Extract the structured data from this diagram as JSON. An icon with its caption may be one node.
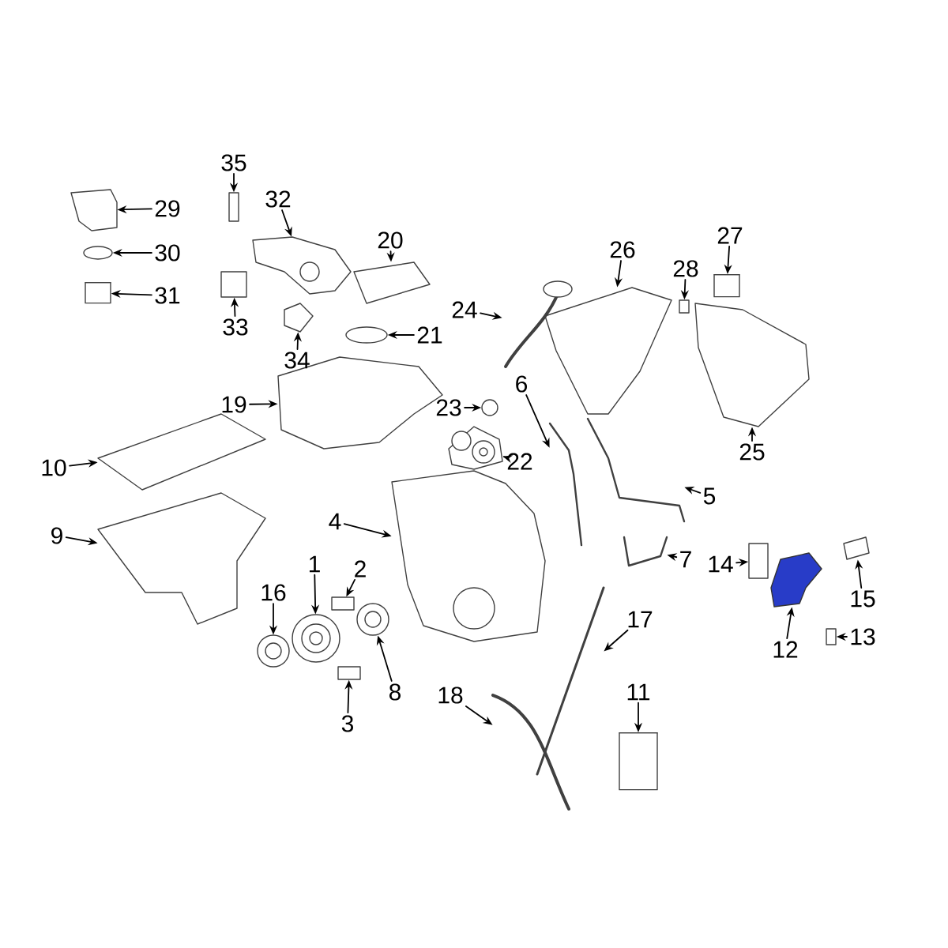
{
  "diagram": {
    "nodes": [
      {
        "text": [
          "35"
        ]
      },
      {
        "text": [
          "32"
        ]
      },
      {
        "text": [
          "29"
        ]
      },
      {
        "text": [
          "20"
        ]
      },
      {
        "text": [
          "27"
        ]
      },
      {
        "text": [
          "26"
        ]
      },
      {
        "text": [
          "30"
        ]
      },
      {
        "text": [
          "28"
        ]
      },
      {
        "text": [
          "31"
        ]
      },
      {
        "text": [
          "24"
        ]
      },
      {
        "text": [
          "33"
        ]
      },
      {
        "text": [
          "21"
        ]
      },
      {
        "text": [
          "34"
        ]
      },
      {
        "text": [
          "6"
        ]
      },
      {
        "text": [
          "23"
        ]
      },
      {
        "text": [
          "19"
        ]
      },
      {
        "text": [
          "25"
        ]
      },
      {
        "text": [
          "10"
        ]
      },
      {
        "text": [
          "4"
        ]
      },
      {
        "text": [
          "5"
        ]
      },
      {
        "text": [
          "22"
        ]
      },
      {
        "text": [
          "9"
        ]
      },
      {
        "text": [
          "7"
        ]
      },
      {
        "text": [
          "14"
        ]
      },
      {
        "text": [
          "1"
        ]
      },
      {
        "text": [
          "2"
        ]
      },
      {
        "text": [
          "16"
        ]
      },
      {
        "text": [
          "15"
        ]
      },
      {
        "text": [
          "17"
        ]
      },
      {
        "text": [
          "13"
        ]
      },
      {
        "text": [
          "12"
        ]
      },
      {
        "text": [
          "8"
        ]
      },
      {
        "text": [
          "18"
        ]
      },
      {
        "text": [
          "11"
        ]
      },
      {
        "text": [
          "3"
        ]
      },
      {
        "text": [],
        "shape": "box"
      },
      {
        "text": [],
        "shape": "picture"
      },
      {
        "text": [],
        "shape": "picture"
      },
      {
        "text": [],
        "shape": "picture"
      },
      {
        "text": [],
        "shape": "cylinder"
      },
      {
        "text": [],
        "shape": "picture"
      },
      {
        "text": [],
        "shape": "circle"
      },
      {
        "text": [],
        "shape": "box"
      },
      {
        "text": [],
        "shape": "cylinder"
      },
      {
        "text": [],
        "shape": "picture"
      },
      {
        "text": [],
        "shape": "box"
      },
      {
        "text": [],
        "shape": "circle"
      },
      {
        "text": [],
        "shape": "picture"
      },
      {
        "text": [],
        "shape": "picture"
      },
      {
        "text": [],
        "shape": "circle"
      },
      {
        "text": [],
        "shape": "picture"
      },
      {
        "text": [],
        "shape": "picture"
      },
      {
        "text": [],
        "shape": "picture"
      },
      {
        "text": [],
        "shape": "picture"
      },
      {
        "text": [],
        "shape": "picture"
      },
      {
        "text": [],
        "shape": "picture"
      },
      {
        "text": [],
        "shape": "picture"
      },
      {
        "text": [],
        "shape": "picture"
      },
      {
        "text": [],
        "shape": "box"
      },
      {
        "text": [],
        "shape": "picture"
      },
      {
        "text": [],
        "shape": "box"
      },
      {
        "text": [],
        "shape": "picture"
      },
      {
        "text": [],
        "shape": "picture"
      },
      {
        "text": [],
        "shape": "picture"
      },
      {
        "text": [],
        "shape": "box"
      },
      {
        "text": [],
        "shape": "picture"
      },
      {
        "text": [],
        "shape": "picture"
      },
      {
        "text": [],
        "shape": "picture"
      },
      {
        "text": [],
        "shape": "cylinder"
      },
      {
        "text": [],
        "shape": "box"
      }
    ],
    "edges": [
      {
        "from": 0,
        "to": 35,
        "arrow": "to"
      },
      {
        "from": 1,
        "to": 36,
        "arrow": "to"
      },
      {
        "from": 2,
        "to": 37,
        "arrow": "to"
      },
      {
        "from": 3,
        "to": 38,
        "arrow": "to"
      },
      {
        "from": 4,
        "to": 39,
        "arrow": "to"
      },
      {
        "from": 5,
        "to": 40,
        "arrow": "to"
      },
      {
        "from": 6,
        "to": 41,
        "arrow": "to"
      },
      {
        "from": 7,
        "to": 42,
        "arrow": "to"
      },
      {
        "from": 8,
        "to": 43,
        "arrow": "to"
      },
      {
        "from": 9,
        "to": 44,
        "arrow": "to"
      },
      {
        "from": 10,
        "to": 45,
        "arrow": "to"
      },
      {
        "from": 11,
        "to": 46,
        "arrow": "to"
      },
      {
        "from": 12,
        "to": 47,
        "arrow": "to"
      },
      {
        "from": 13,
        "to": 48,
        "arrow": "to"
      },
      {
        "from": 14,
        "to": 49,
        "arrow": "to"
      },
      {
        "from": 15,
        "to": 50,
        "arrow": "to"
      },
      {
        "from": 16,
        "to": 51,
        "arrow": "to"
      },
      {
        "from": 17,
        "to": 52,
        "arrow": "to"
      },
      {
        "from": 18,
        "to": 53,
        "arrow": "to"
      },
      {
        "from": 19,
        "to": 54,
        "arrow": "to"
      },
      {
        "from": 20,
        "to": 55,
        "arrow": "to"
      },
      {
        "from": 21,
        "to": 56,
        "arrow": "to"
      },
      {
        "from": 22,
        "to": 57,
        "arrow": "to"
      },
      {
        "from": 23,
        "to": 58,
        "arrow": "to"
      },
      {
        "from": 24,
        "to": 59,
        "arrow": "to"
      },
      {
        "from": 25,
        "to": 60,
        "arrow": "to"
      },
      {
        "from": 26,
        "to": 61,
        "arrow": "to"
      },
      {
        "from": 27,
        "to": 62,
        "arrow": "to"
      },
      {
        "from": 28,
        "to": 63,
        "arrow": "to"
      },
      {
        "from": 29,
        "to": 64,
        "arrow": "to"
      },
      {
        "from": 30,
        "to": 65,
        "arrow": "to"
      },
      {
        "from": 31,
        "to": 66,
        "arrow": "to"
      },
      {
        "from": 32,
        "to": 67,
        "arrow": "to"
      },
      {
        "from": 33,
        "to": 68,
        "arrow": "to"
      },
      {
        "from": 34,
        "to": 69,
        "arrow": "to"
      }
    ]
  }
}
